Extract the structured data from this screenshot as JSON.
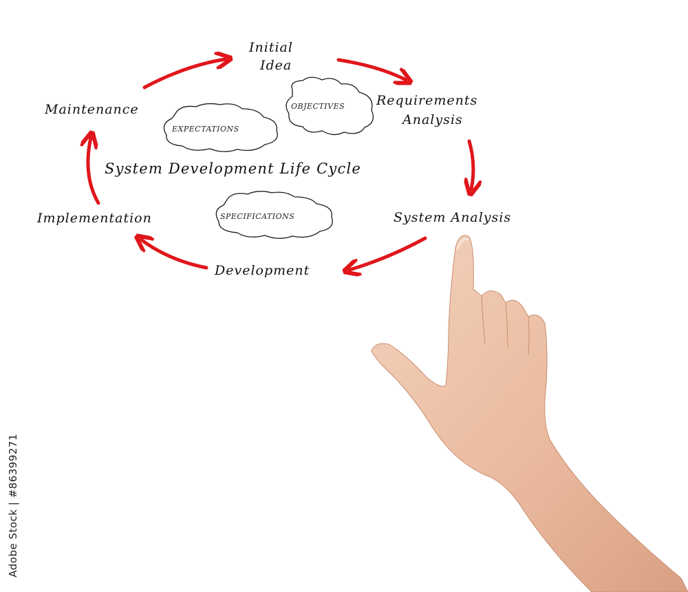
{
  "diagram": {
    "title": "System Development Life Cycle",
    "stages": {
      "initial_idea_line1": "Initial",
      "initial_idea_line2": "Idea",
      "requirements_line1": "Requirements",
      "requirements_line2": "Analysis",
      "system_analysis": "System Analysis",
      "development": "Development",
      "implementation": "Implementation",
      "maintenance": "Maintenance"
    },
    "clouds": {
      "objectives": "OBJECTIVES",
      "expectations": "EXPECTATIONS",
      "specifications": "SPECIFICATIONS"
    },
    "arrow_color": "#e0161b"
  },
  "watermark": {
    "side_text": "Adobe Stock | #86399271"
  }
}
